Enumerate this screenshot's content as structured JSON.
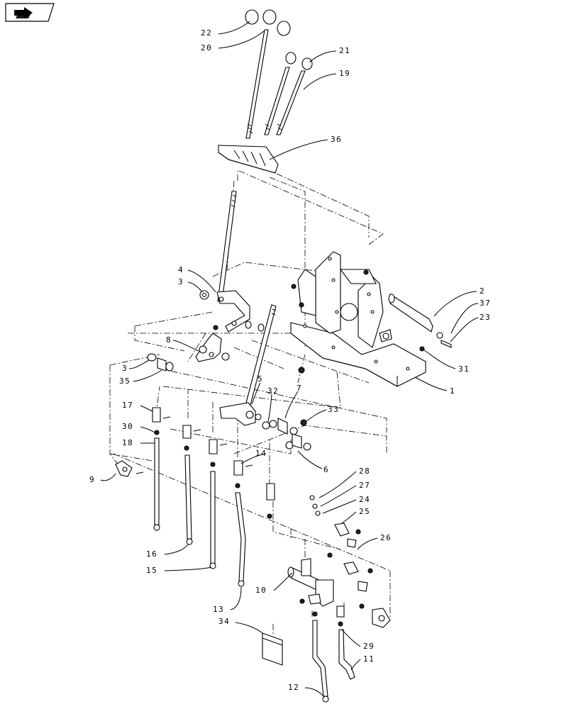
{
  "callouts": [
    {
      "id": "c22",
      "text": "22"
    },
    {
      "id": "c20",
      "text": "20"
    },
    {
      "id": "c21",
      "text": "21"
    },
    {
      "id": "c19",
      "text": "19"
    },
    {
      "id": "c36",
      "text": "36"
    },
    {
      "id": "c4",
      "text": "4"
    },
    {
      "id": "c3a",
      "text": "3"
    },
    {
      "id": "c2",
      "text": "2"
    },
    {
      "id": "c37",
      "text": "37"
    },
    {
      "id": "c23",
      "text": "23"
    },
    {
      "id": "c8",
      "text": "8"
    },
    {
      "id": "c3b",
      "text": "3"
    },
    {
      "id": "c35",
      "text": "35"
    },
    {
      "id": "c31",
      "text": "31"
    },
    {
      "id": "c1",
      "text": "1"
    },
    {
      "id": "c5",
      "text": "5"
    },
    {
      "id": "c32",
      "text": "32"
    },
    {
      "id": "c7",
      "text": "7"
    },
    {
      "id": "c33",
      "text": "33"
    },
    {
      "id": "c17",
      "text": "17"
    },
    {
      "id": "c30",
      "text": "30"
    },
    {
      "id": "c18",
      "text": "18"
    },
    {
      "id": "c14",
      "text": "14"
    },
    {
      "id": "c6",
      "text": "6"
    },
    {
      "id": "c9",
      "text": "9"
    },
    {
      "id": "c28",
      "text": "28"
    },
    {
      "id": "c27",
      "text": "27"
    },
    {
      "id": "c24",
      "text": "24"
    },
    {
      "id": "c25",
      "text": "25"
    },
    {
      "id": "c26",
      "text": "26"
    },
    {
      "id": "c16",
      "text": "16"
    },
    {
      "id": "c15",
      "text": "15"
    },
    {
      "id": "c10",
      "text": "10"
    },
    {
      "id": "c13",
      "text": "13"
    },
    {
      "id": "c34",
      "text": "34"
    },
    {
      "id": "c29",
      "text": "29"
    },
    {
      "id": "c11",
      "text": "11"
    },
    {
      "id": "c12",
      "text": "12"
    }
  ],
  "nav_icon": "next-page-arrow-icon"
}
